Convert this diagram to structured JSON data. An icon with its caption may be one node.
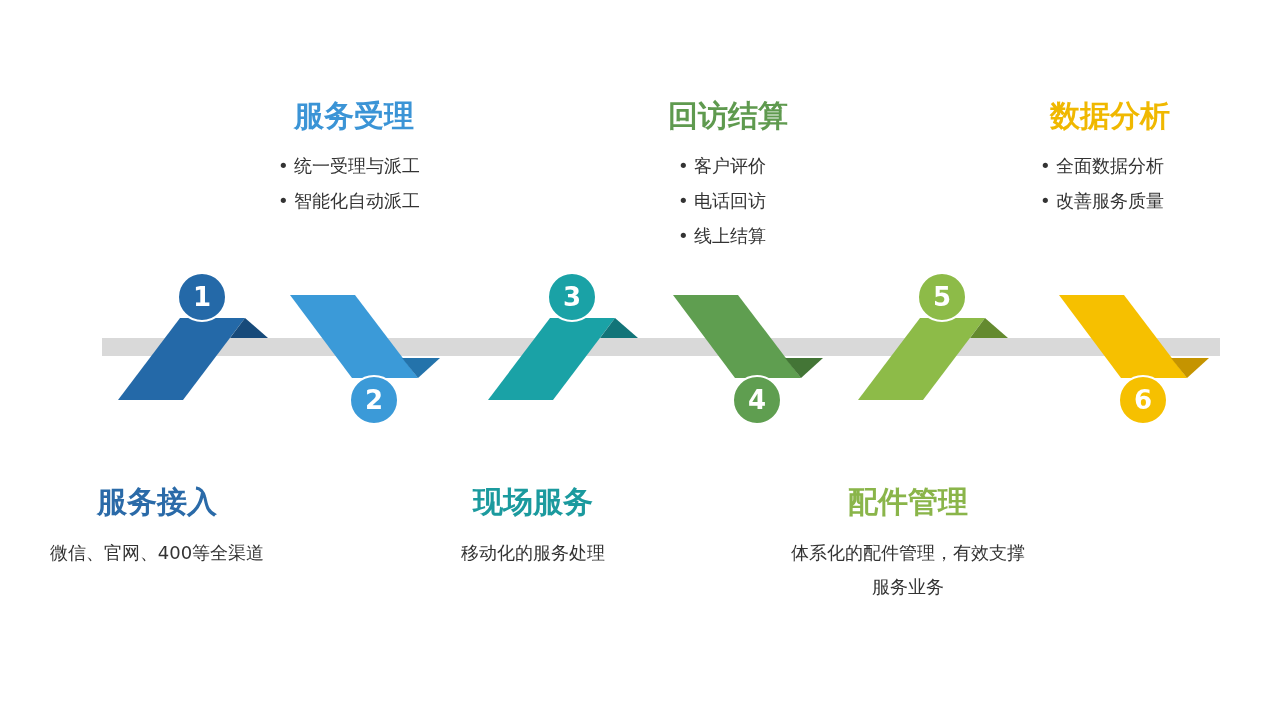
{
  "diagram": {
    "nodes": [
      {
        "text": [
          "1"
        ],
        "beside": [
          "服务接入",
          "微信、官网、400等全渠道"
        ]
      },
      {
        "text": [
          "2"
        ],
        "beside": [
          "服务受理",
          "• 统一受理与派工",
          "• 智能化自动派工"
        ]
      },
      {
        "text": [
          "3"
        ],
        "beside": [
          "现场服务",
          "移动化的服务处理"
        ]
      },
      {
        "text": [
          "4"
        ],
        "beside": [
          "回访结算",
          "• 客户评价",
          "• 电话回访",
          "• 线上结算"
        ]
      },
      {
        "text": [
          "5"
        ],
        "beside": [
          "配件管理",
          "体系化的配件管理，有效支撑服务业务"
        ]
      },
      {
        "text": [
          "6"
        ],
        "beside": [
          "数据分析",
          "• 全面数据分析",
          "• 改善服务质量"
        ]
      },
      {
        "text": [],
        "shape": "bar"
      }
    ]
  }
}
